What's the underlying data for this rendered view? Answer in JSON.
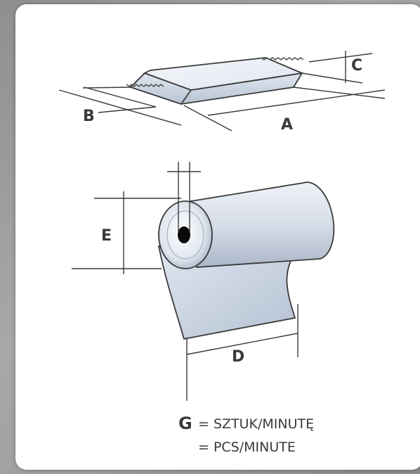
{
  "diagram": {
    "labels": {
      "a": "A",
      "b": "B",
      "c": "C",
      "d": "D",
      "e": "E"
    },
    "legend": {
      "key": "G",
      "line1": "= SZTUK/MINUTĘ",
      "line2": "= PCS/MINUTE"
    }
  }
}
